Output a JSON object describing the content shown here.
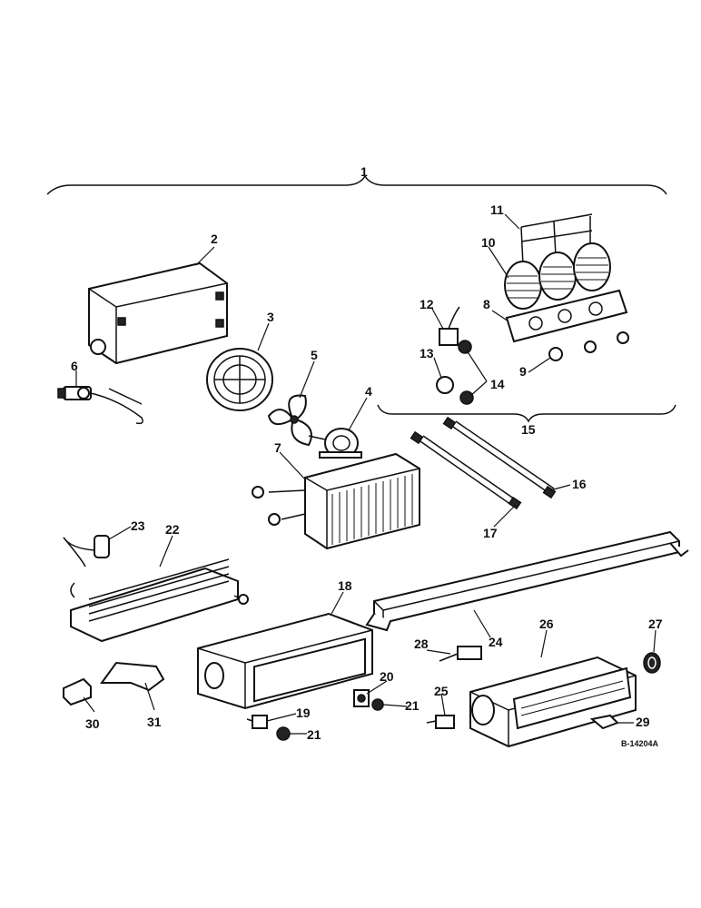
{
  "diagram": {
    "drawing_number": "B-14204A",
    "callouts": [
      "1",
      "2",
      "3",
      "4",
      "5",
      "6",
      "7",
      "8",
      "9",
      "10",
      "11",
      "12",
      "13",
      "14",
      "14",
      "15",
      "16",
      "17",
      "18",
      "19",
      "20",
      "21",
      "21",
      "22",
      "23",
      "24",
      "25",
      "26",
      "27",
      "28",
      "29",
      "30",
      "31"
    ]
  }
}
